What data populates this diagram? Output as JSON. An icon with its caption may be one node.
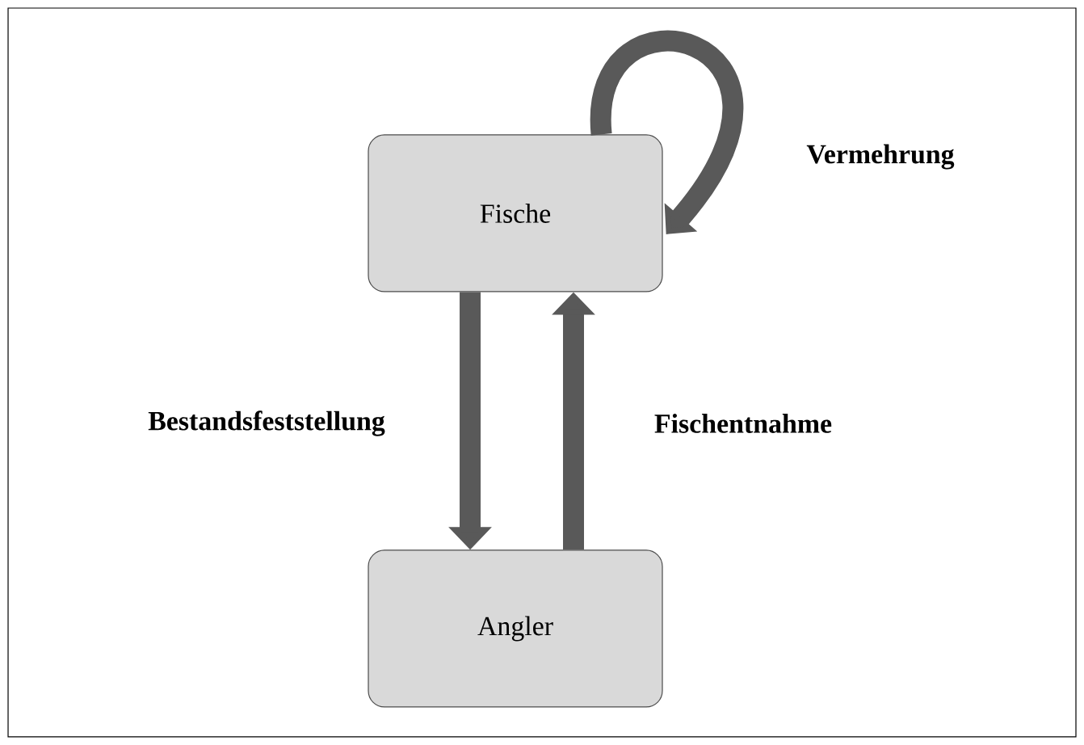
{
  "diagram": {
    "nodes": [
      {
        "text": [
          "Fische"
        ]
      },
      {
        "text": [
          "Angler"
        ]
      }
    ],
    "edges": [
      {
        "from": 0,
        "to": 1,
        "arrow": "to",
        "label": "Bestandsfeststellung"
      },
      {
        "from": 1,
        "to": 0,
        "arrow": "to",
        "label": "Fischentnahme"
      },
      {
        "from": 0,
        "to": 0,
        "arrow": "to",
        "label": "Vermehrung"
      }
    ]
  }
}
